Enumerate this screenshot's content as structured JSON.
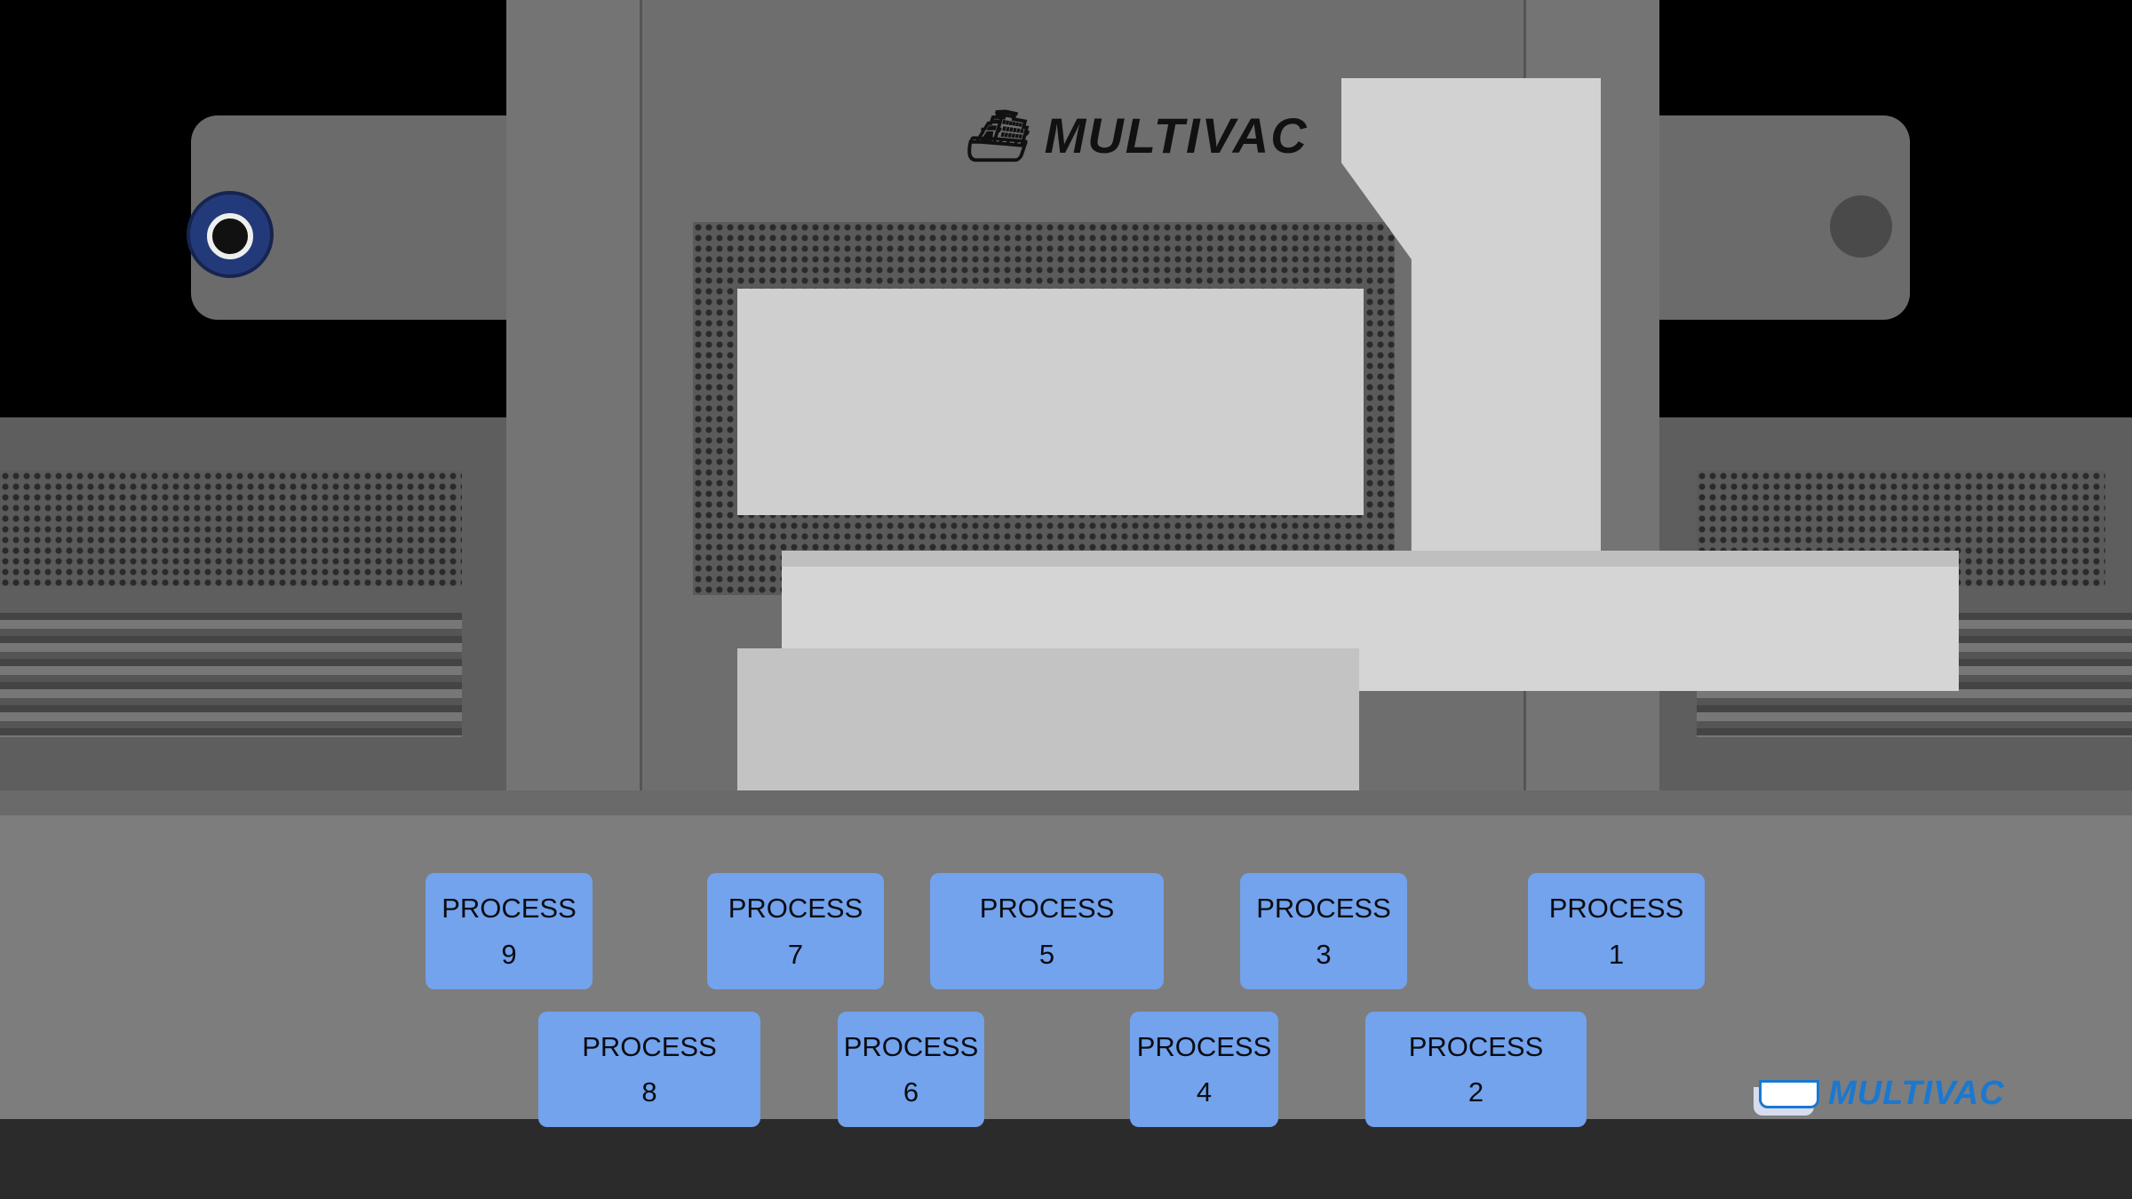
{
  "machine_logo": {
    "text": "MULTIVAC"
  },
  "brand_logo": {
    "text": "MULTIVAC",
    "color": "#1a78d0"
  },
  "button_color": "#72a3ec",
  "processes": [
    {
      "label": "PROCESS",
      "number": "9"
    },
    {
      "label": "PROCESS",
      "number": "7"
    },
    {
      "label": "PROCESS",
      "number": "5"
    },
    {
      "label": "PROCESS",
      "number": "3"
    },
    {
      "label": "PROCESS",
      "number": "1"
    },
    {
      "label": "PROCESS",
      "number": "8"
    },
    {
      "label": "PROCESS",
      "number": "6"
    },
    {
      "label": "PROCESS",
      "number": "4"
    },
    {
      "label": "PROCESS",
      "number": "2"
    }
  ]
}
